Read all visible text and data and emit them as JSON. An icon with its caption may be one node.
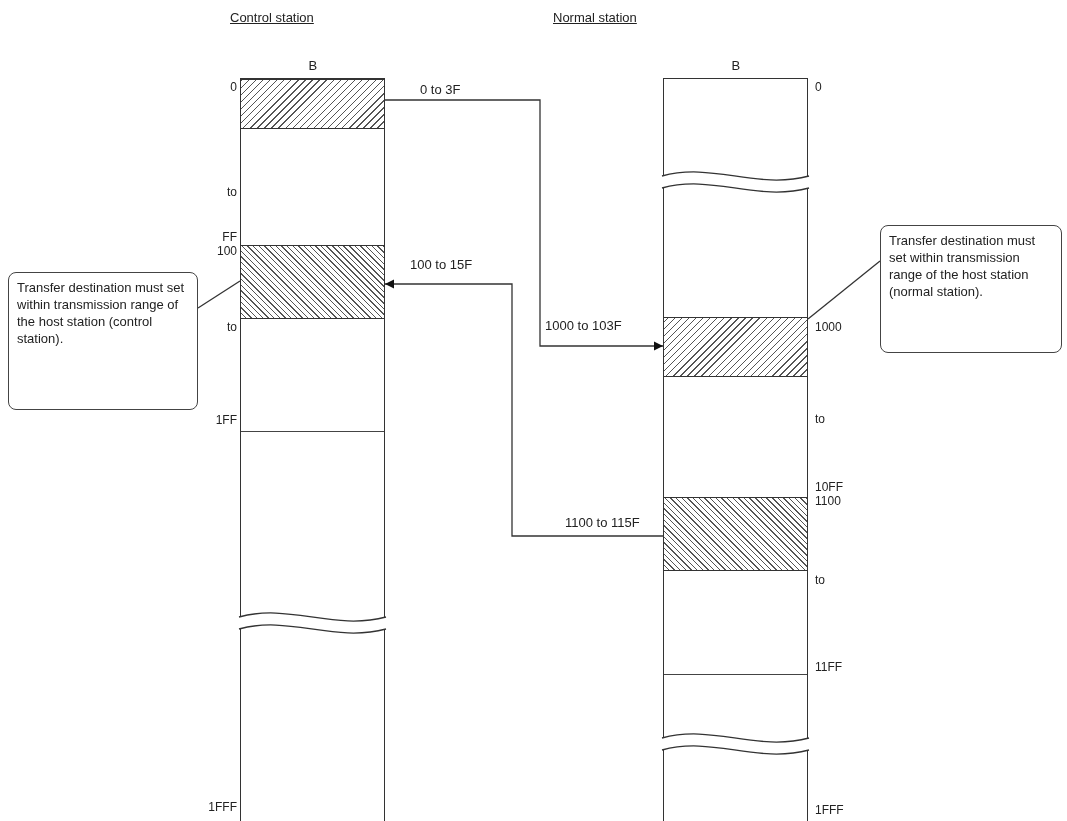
{
  "diagram": {
    "nodes": [
      {
        "text": [
          "Control station",
          "B"
        ]
      },
      {
        "text": [],
        "shape": "bar",
        "in": 0,
        "beside": [
          "0 to 3F"
        ]
      },
      {
        "text": [],
        "shape": "bar",
        "in": 0,
        "beside": [
          "100 to 15F"
        ]
      },
      {
        "text": [
          "Normal station",
          "B"
        ]
      },
      {
        "text": [],
        "shape": "bar",
        "in": 3,
        "beside": [
          "1000 to 103F"
        ]
      },
      {
        "text": [],
        "shape": "bar",
        "in": 3,
        "beside": [
          "1100 to 115F"
        ]
      },
      {
        "text": [
          "Transfer destination must set within transmission range of the host station (control station)."
        ]
      },
      {
        "text": [
          "Transfer destination must set within transmission range of the host station (normal station)."
        ]
      }
    ],
    "edges": [
      {
        "from": 1,
        "to": 4,
        "arrow": "to"
      },
      {
        "from": 5,
        "to": 2,
        "arrow": "to"
      },
      {
        "from": 6,
        "to": 2,
        "arrow": "none"
      },
      {
        "from": 7,
        "to": 4,
        "arrow": "none"
      }
    ],
    "labels": [
      "0",
      "to",
      "FF",
      "100",
      "to",
      "1FF",
      "1FFF",
      "0",
      "1000",
      "to",
      "10FF",
      "1100",
      "to",
      "11FF",
      "1FFF"
    ]
  }
}
